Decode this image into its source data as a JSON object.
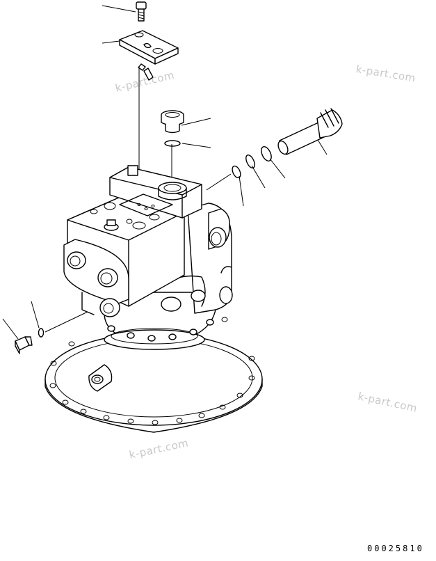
{
  "watermarks": [
    "k-part.com",
    "k-part.com",
    "k-part.com",
    "k-part.com"
  ],
  "drawing_code": "00025810"
}
